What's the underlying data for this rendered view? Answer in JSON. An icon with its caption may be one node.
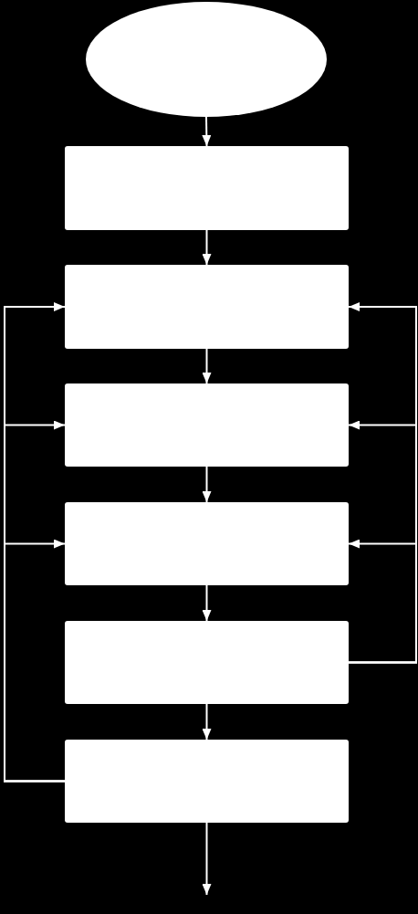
{
  "diagram": {
    "nodes": [
      {
        "text": [],
        "shape": "ellipse"
      },
      {
        "text": [],
        "shape": "box"
      },
      {
        "text": [],
        "shape": "box"
      },
      {
        "text": [],
        "shape": "box"
      },
      {
        "text": [],
        "shape": "box"
      },
      {
        "text": [],
        "shape": "box"
      },
      {
        "text": [],
        "shape": "box"
      }
    ],
    "edges": [
      {
        "from": 0,
        "to": 1,
        "arrow": "to"
      },
      {
        "from": 1,
        "to": 2,
        "arrow": "to"
      },
      {
        "from": 2,
        "to": 3,
        "arrow": "to"
      },
      {
        "from": 3,
        "to": 4,
        "arrow": "to"
      },
      {
        "from": 4,
        "to": 5,
        "arrow": "to"
      },
      {
        "from": 5,
        "to": 6,
        "arrow": "to"
      },
      {
        "from": 6,
        "to": null,
        "arrow": "to"
      },
      {
        "from": 6,
        "to": 2,
        "arrow": "to"
      },
      {
        "from": 6,
        "to": 3,
        "arrow": "to"
      },
      {
        "from": 6,
        "to": 4,
        "arrow": "to"
      },
      {
        "from": 5,
        "to": 2,
        "arrow": "to"
      },
      {
        "from": 5,
        "to": 3,
        "arrow": "to"
      },
      {
        "from": 5,
        "to": 4,
        "arrow": "to"
      }
    ]
  }
}
